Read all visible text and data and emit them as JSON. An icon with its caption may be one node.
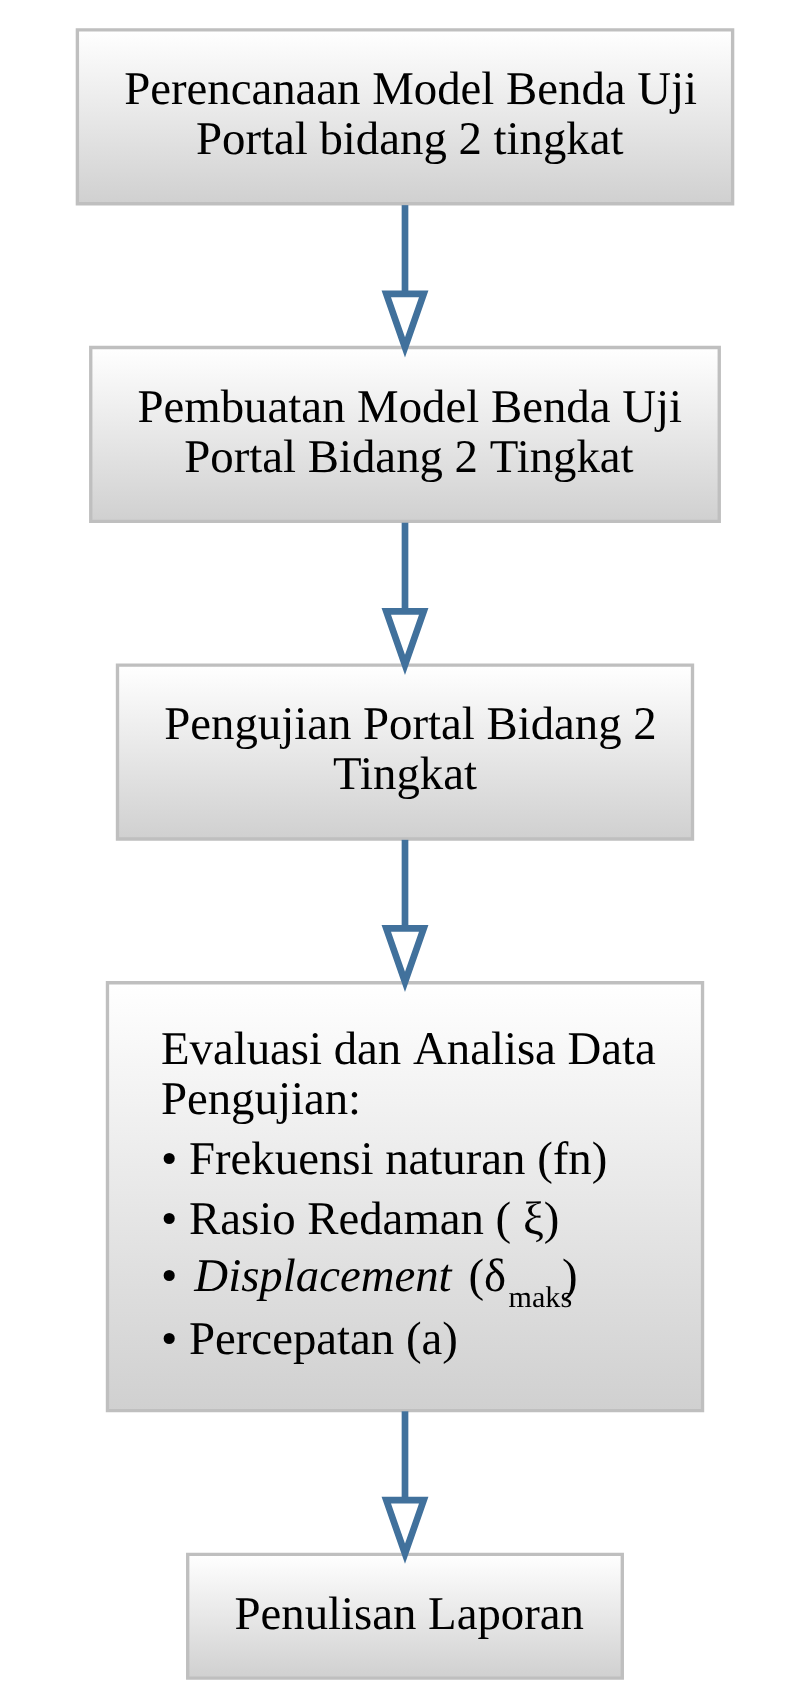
{
  "diagram": {
    "nodes": [
      {
        "text": [
          "Perencanaan Model Benda Uji Portal bidang 2 tingkat"
        ]
      },
      {
        "text": [
          "Pembuatan Model Benda Uji Portal Bidang 2 Tingkat"
        ]
      },
      {
        "text": [
          "Pengujian Portal Bidang 2 Tingkat"
        ]
      },
      {
        "text": [
          "Evaluasi dan Analisa Data Pengujian:",
          "• Frekuensi naturan (fn)",
          "• Rasio Redaman ( ξ)",
          "• *Displacement* (δ$_{maks}$)",
          "• Percepatan (a)"
        ]
      },
      {
        "text": [
          "Penulisan Laporan"
        ]
      }
    ],
    "edges": [
      {
        "from": 0,
        "to": 1,
        "arrow": "to"
      },
      {
        "from": 1,
        "to": 2,
        "arrow": "to"
      },
      {
        "from": 2,
        "to": 3,
        "arrow": "to"
      },
      {
        "from": 3,
        "to": 4,
        "arrow": "to"
      }
    ]
  }
}
